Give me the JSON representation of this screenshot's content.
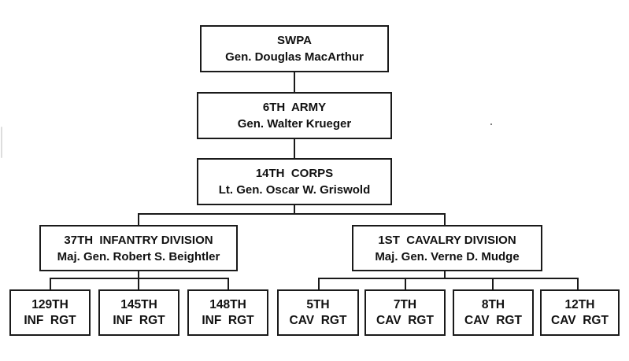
{
  "org_chart": {
    "top": {
      "title": "SWPA",
      "commander": "Gen. Douglas MacArthur"
    },
    "army": {
      "title": "6TH  ARMY",
      "commander": "Gen. Walter Krueger"
    },
    "corps": {
      "title": "14TH  CORPS",
      "commander": "Lt. Gen. Oscar W. Griswold"
    },
    "divisions": [
      {
        "title": "37TH  INFANTRY DIVISION",
        "commander": "Maj. Gen. Robert S. Beightler",
        "regiments": [
          {
            "line1": "129TH",
            "line2": "INF  RGT"
          },
          {
            "line1": "145TH",
            "line2": "INF  RGT"
          },
          {
            "line1": "148TH",
            "line2": "INF  RGT"
          }
        ]
      },
      {
        "title": "1ST  CAVALRY DIVISION",
        "commander": "Maj. Gen. Verne D. Mudge",
        "regiments": [
          {
            "line1": "5TH",
            "line2": "CAV  RGT"
          },
          {
            "line1": "7TH",
            "line2": "CAV  RGT"
          },
          {
            "line1": "8TH",
            "line2": "CAV  RGT"
          },
          {
            "line1": "12TH",
            "line2": "CAV  RGT"
          }
        ]
      }
    ]
  }
}
